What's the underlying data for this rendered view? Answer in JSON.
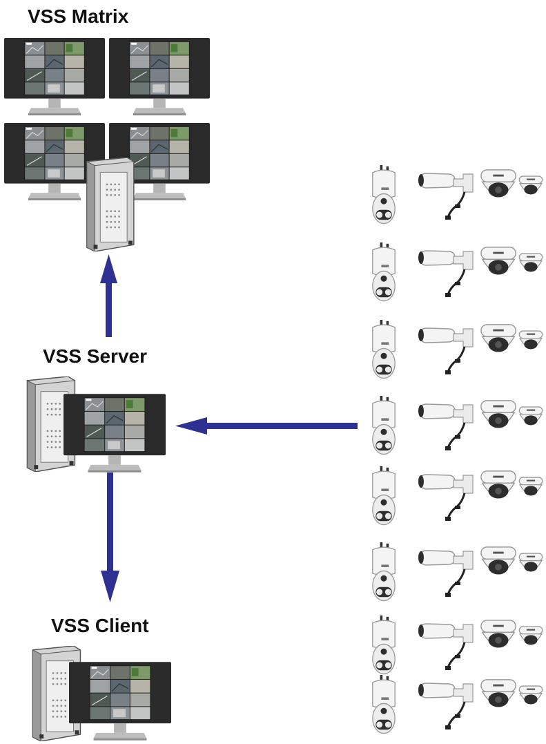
{
  "labels": {
    "matrix": "VSS Matrix",
    "server": "VSS Server",
    "client": "VSS Client"
  },
  "colors": {
    "arrow": "#2e3192",
    "monitor_frame": "#2a2a2a",
    "tower_body": "#e6e6e6",
    "camera_body": "#f2f2f2"
  },
  "camera_rows": [
    {
      "cameras": [
        "ptz-camera-icon",
        "bullet-camera-icon",
        "dome-camera-icon",
        "mini-dome-camera-icon"
      ]
    },
    {
      "cameras": [
        "ptz-camera-icon",
        "bullet-camera-icon",
        "dome-camera-icon",
        "mini-dome-camera-icon"
      ]
    },
    {
      "cameras": [
        "ptz-camera-icon",
        "bullet-camera-icon",
        "dome-camera-icon",
        "mini-dome-camera-icon"
      ]
    },
    {
      "cameras": [
        "ptz-camera-icon",
        "bullet-camera-icon",
        "dome-camera-icon",
        "mini-dome-camera-icon"
      ]
    },
    {
      "cameras": [
        "ptz-camera-icon",
        "bullet-camera-icon",
        "dome-camera-icon",
        "mini-dome-camera-icon"
      ]
    },
    {
      "cameras": [
        "ptz-camera-icon",
        "bullet-camera-icon",
        "dome-camera-icon",
        "mini-dome-camera-icon"
      ]
    },
    {
      "cameras": [
        "ptz-camera-icon",
        "bullet-camera-icon",
        "dome-camera-icon",
        "mini-dome-camera-icon"
      ]
    },
    {
      "cameras": [
        "ptz-camera-icon",
        "bullet-camera-icon",
        "dome-camera-icon",
        "mini-dome-camera-icon"
      ]
    }
  ]
}
